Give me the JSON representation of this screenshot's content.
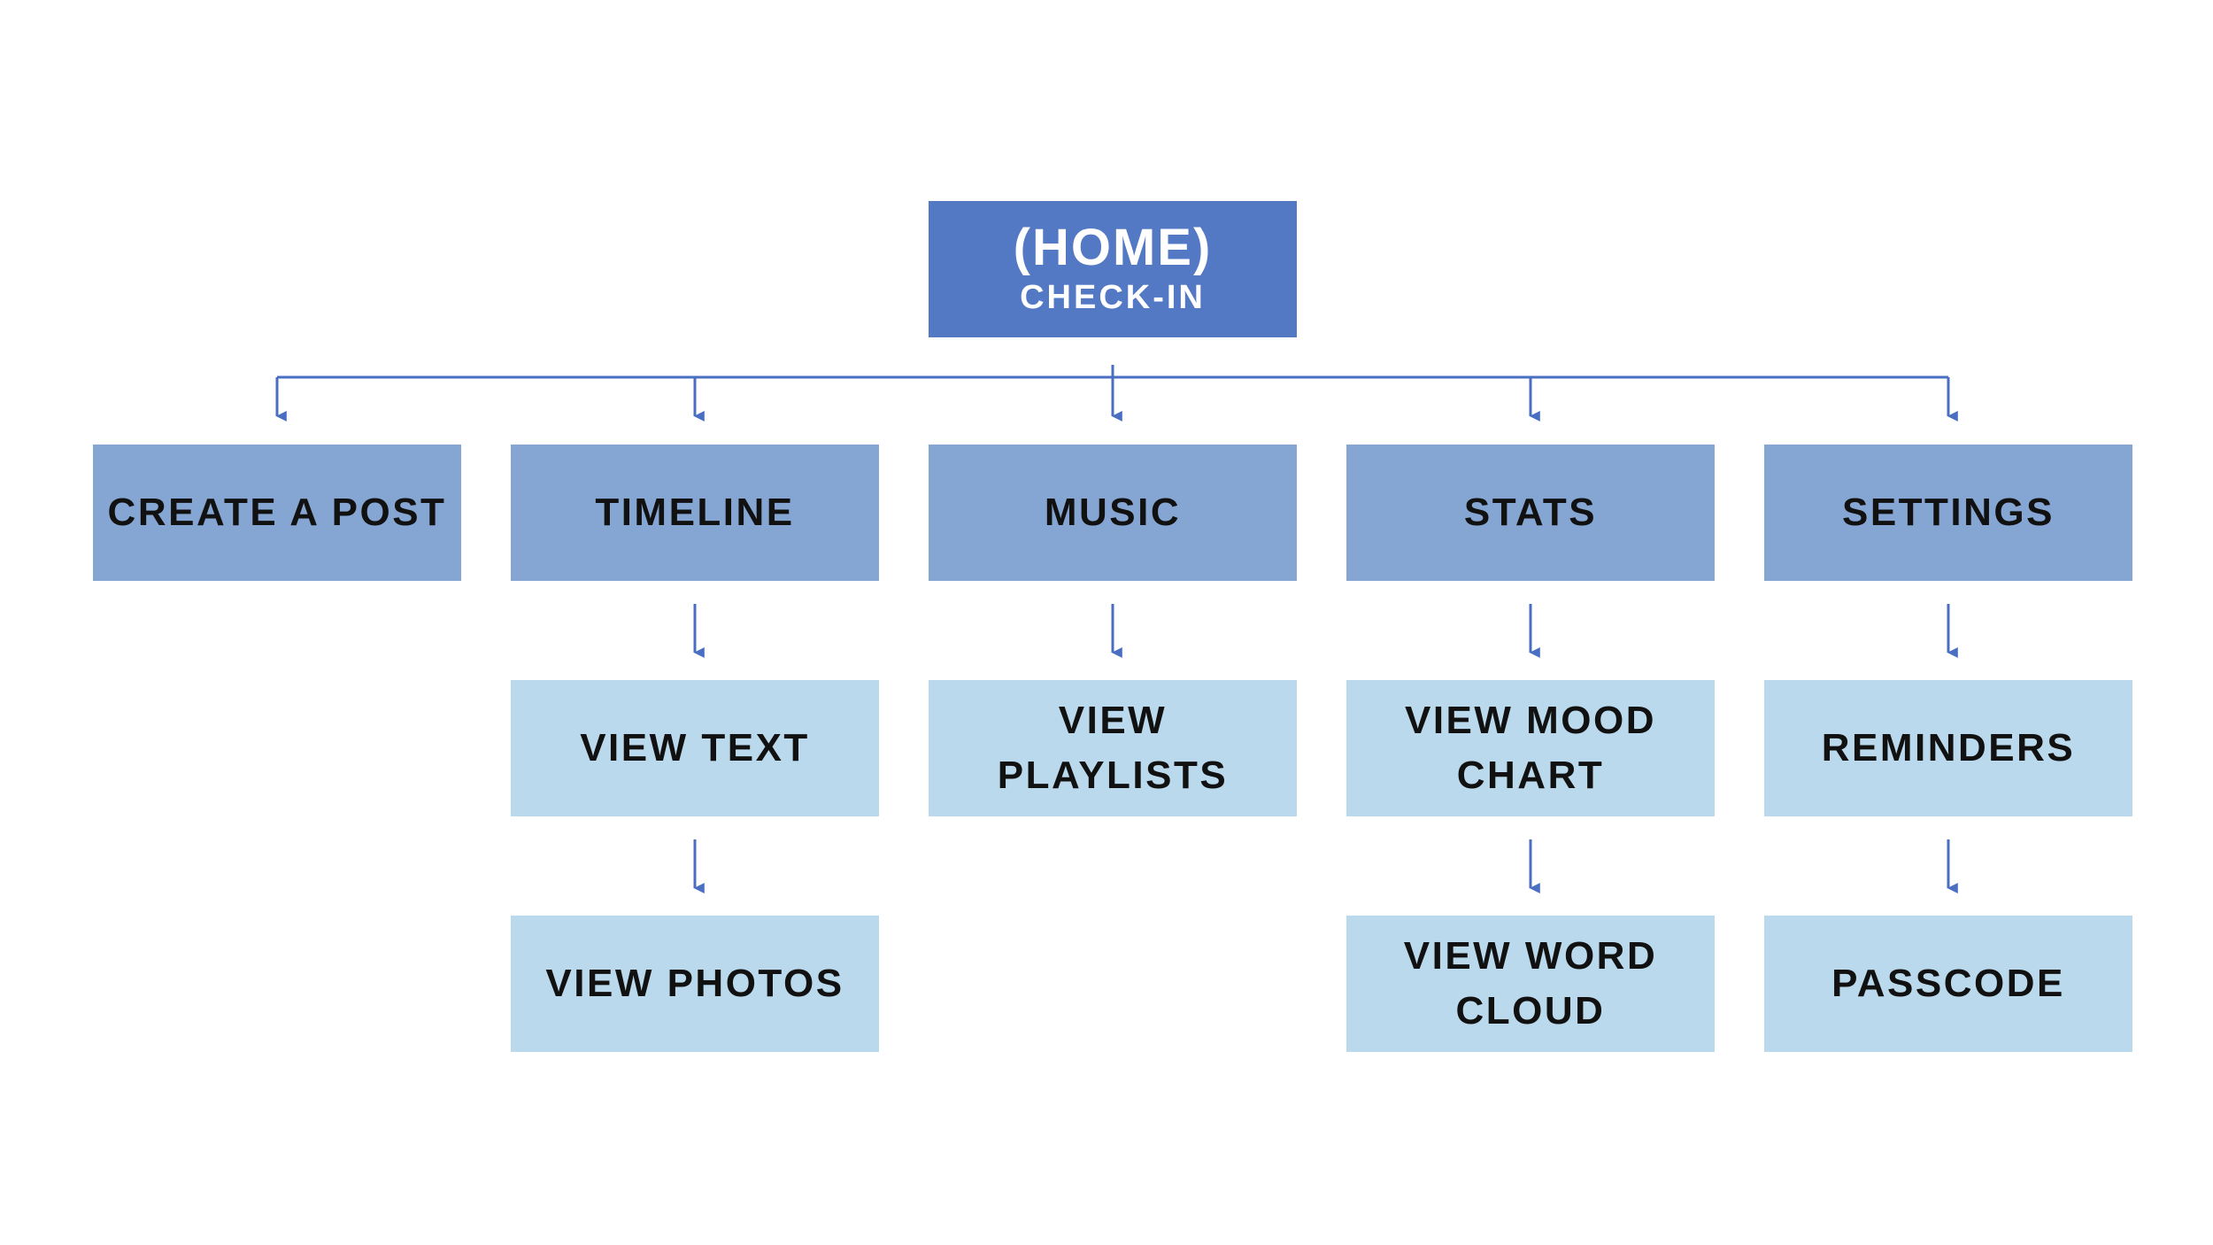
{
  "colors": {
    "root_fill": "#5378c4",
    "level1_fill": "#85a6d2",
    "level2_fill": "#bad9ec",
    "connector": "#4a6fc2",
    "text_dark": "#111111",
    "text_light": "#ffffff"
  },
  "root": {
    "title": "(HOME)",
    "subtitle": "CHECK-IN"
  },
  "sections": [
    {
      "label": "CREATE A POST",
      "children": []
    },
    {
      "label": "TIMELINE",
      "children": [
        "VIEW TEXT",
        "VIEW PHOTOS"
      ]
    },
    {
      "label": "MUSIC",
      "children": [
        "VIEW PLAYLISTS"
      ]
    },
    {
      "label": "STATS",
      "children": [
        "VIEW MOOD CHART",
        "VIEW WORD CLOUD"
      ]
    },
    {
      "label": "SETTINGS",
      "children": [
        "REMINDERS",
        "PASSCODE"
      ]
    }
  ]
}
